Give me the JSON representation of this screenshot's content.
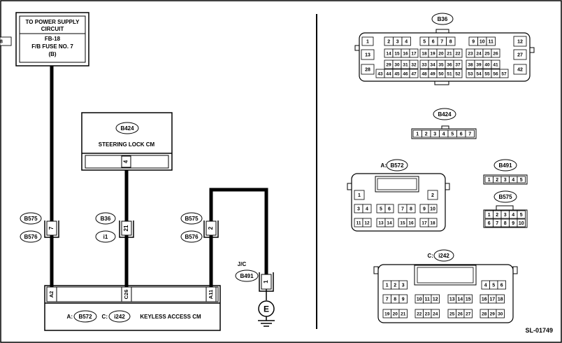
{
  "power_box": {
    "line1": "TO POWER SUPPLY",
    "line2": "CIRCUIT",
    "line3": "FB-18",
    "line4": "F/B FUSE NO. 7",
    "line5": "(B)"
  },
  "steering_lock": {
    "connector": "B424",
    "label": "STEERING LOCK CM",
    "pin": "4"
  },
  "inline_connectors": {
    "c1_top": "B575",
    "c1_bottom": "B576",
    "c1_pin": "7",
    "c2_top": "B36",
    "c2_bottom": "i1",
    "c2_pin": "21",
    "c3_top": "B575",
    "c3_bottom": "B576",
    "c3_pin": "2"
  },
  "jc": {
    "label": "J/C",
    "connector": "B491",
    "pin": "1",
    "ground": "E"
  },
  "keyless": {
    "pin_a2": "A2",
    "pin_c26": "C26",
    "pin_a11": "A11",
    "prefix_a": "A:",
    "conn_a": "B572",
    "prefix_c": "C:",
    "conn_c": "i242",
    "label": "KEYLESS ACCESS CM"
  },
  "legend": {
    "b36": {
      "name": "B36",
      "left": [
        [
          "1"
        ],
        [
          "13"
        ],
        [
          "28"
        ]
      ],
      "right": [
        [
          "12"
        ],
        [
          "27"
        ],
        [
          "42"
        ]
      ],
      "grid_row1": [
        [
          "2",
          "3",
          "4"
        ],
        [
          "5",
          "6",
          "7",
          "8"
        ],
        [
          "9",
          "10",
          "11"
        ]
      ],
      "grid_row2": [
        [
          "14",
          "15",
          "16",
          "17"
        ],
        [
          "18",
          "19",
          "20",
          "21",
          "22"
        ],
        [
          "23",
          "24",
          "25",
          "26"
        ]
      ],
      "grid_row3": [
        [
          "29",
          "30",
          "31",
          "32"
        ],
        [
          "33",
          "34",
          "35",
          "36",
          "37"
        ],
        [
          "38",
          "39",
          "40",
          "41"
        ]
      ],
      "grid_row4": [
        [
          "43",
          "44",
          "45",
          "46",
          "47"
        ],
        [
          "48",
          "49",
          "50",
          "51",
          "52"
        ],
        [
          "53",
          "54",
          "55",
          "56",
          "57"
        ]
      ]
    },
    "b424": {
      "name": "B424",
      "pins": [
        "1",
        "2",
        "3",
        "4",
        "5",
        "6",
        "7"
      ]
    },
    "b572": {
      "prefix": "A:",
      "name": "B572",
      "row1": [
        [
          "1"
        ],
        [
          "2"
        ]
      ],
      "row2": [
        [
          "3",
          "4"
        ],
        [
          "5",
          "6"
        ],
        [
          "7",
          "8"
        ],
        [
          "9",
          "10"
        ]
      ],
      "row3": [
        [
          "11",
          "12"
        ],
        [
          "13",
          "14"
        ],
        [
          "15",
          "16"
        ],
        [
          "17",
          "18"
        ]
      ]
    },
    "b491": {
      "name": "B491",
      "pins": [
        "1",
        "2",
        "3",
        "4",
        "5"
      ]
    },
    "b575": {
      "name": "B575",
      "row1": [
        "1",
        "2",
        "3",
        "4",
        "5"
      ],
      "row2": [
        "6",
        "7",
        "8",
        "9",
        "10"
      ]
    },
    "i242": {
      "prefix": "C:",
      "name": "i242",
      "row1": [
        [
          "1",
          "2",
          "3"
        ],
        [
          "4",
          "5",
          "6"
        ]
      ],
      "row2": [
        [
          "7",
          "8",
          "9"
        ],
        [
          "10",
          "11",
          "12"
        ],
        [
          "13",
          "14",
          "15"
        ],
        [
          "16",
          "17",
          "18"
        ]
      ],
      "row3": [
        [
          "19",
          "20",
          "21"
        ],
        [
          "22",
          "23",
          "24"
        ],
        [
          "25",
          "26",
          "27"
        ],
        [
          "28",
          "29",
          "30"
        ]
      ]
    }
  },
  "footer": {
    "code": "SL-01749"
  }
}
